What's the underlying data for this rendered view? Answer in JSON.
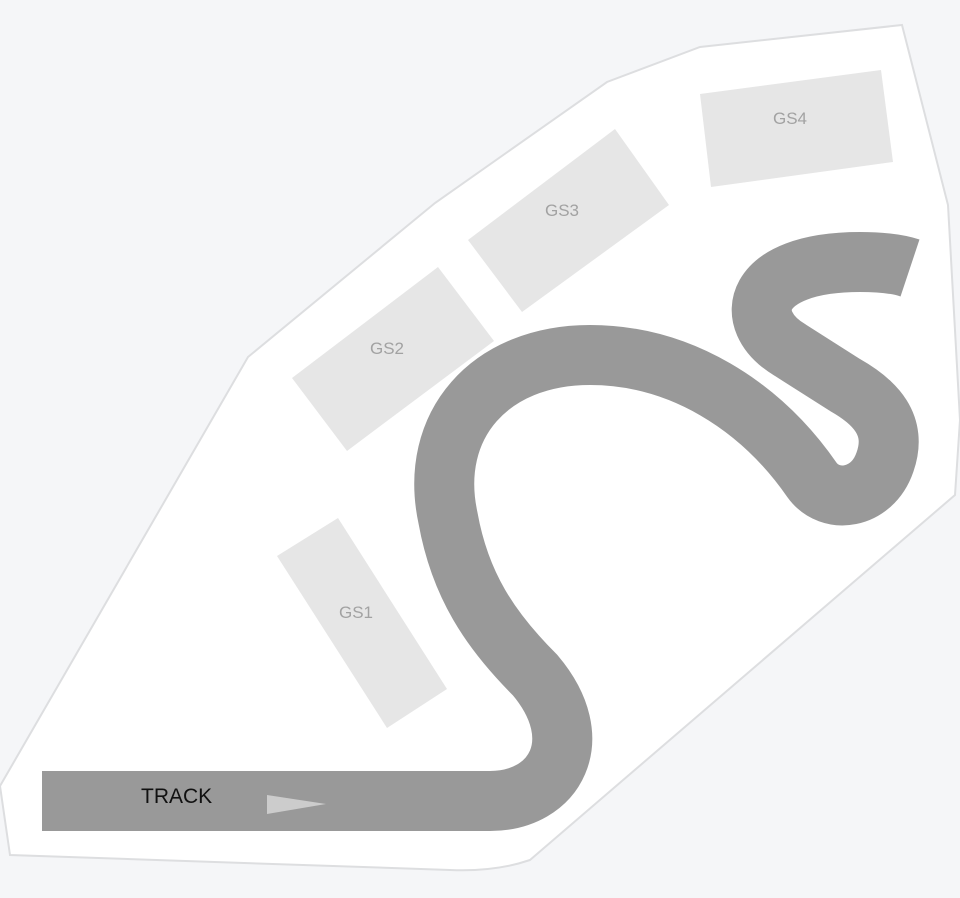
{
  "map": {
    "track_label": "TRACK",
    "stands": [
      "GS1",
      "GS2",
      "GS3",
      "GS4"
    ],
    "colors": {
      "background": "#f5f6f8",
      "venue_area": "#ffffff",
      "venue_border": "#dddee0",
      "track": "#999999",
      "stand": "#e6e6e6",
      "stand_label": "#a2a2a2",
      "direction_arrow": "#cccccc",
      "track_label": "#111111"
    },
    "icons": {
      "direction": "start-direction-arrow-icon"
    }
  }
}
